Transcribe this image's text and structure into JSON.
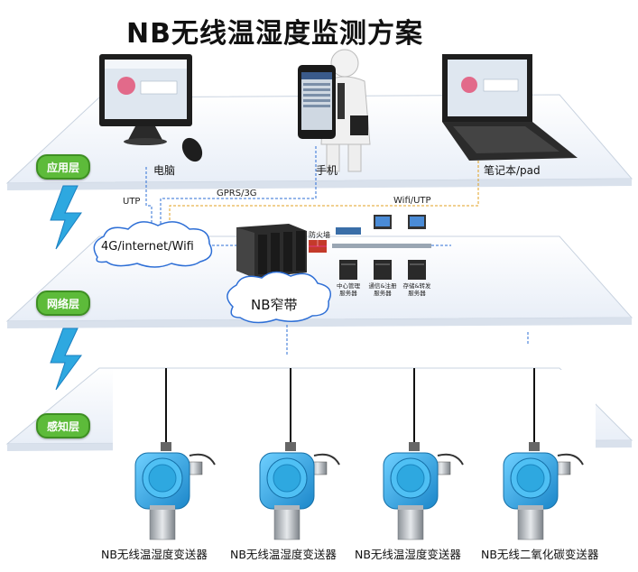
{
  "title": "NB无线温湿度监测方案",
  "layers": {
    "application": "应用层",
    "network": "网络层",
    "perception": "感知层"
  },
  "terminals": {
    "pc": "电脑",
    "phone": "手机",
    "laptop": "笔记本/pad"
  },
  "links": {
    "utp": "UTP",
    "gprs": "GPRS/3G",
    "wifi_utp": "Wifi/UTP"
  },
  "clouds": {
    "internet": "4G/internet/Wifi",
    "nb": "NB窄带"
  },
  "network_items": {
    "firewall": "防火墙",
    "center_server": "中心管理\n服务器",
    "comm_server": "通信&注册\n服务器",
    "store_server": "存储&转发\n服务器"
  },
  "devices": [
    {
      "label": "NB无线温湿度变送器"
    },
    {
      "label": "NB无线温湿度变送器"
    },
    {
      "label": "NB无线温湿度变送器"
    },
    {
      "label": "NB无线二氧化碳变送器"
    }
  ],
  "colors": {
    "tag_green": "#5dbb3a",
    "device_blue": "#2ea8e0",
    "link_blue": "#2e6fd6",
    "link_orange": "#e0a020"
  }
}
